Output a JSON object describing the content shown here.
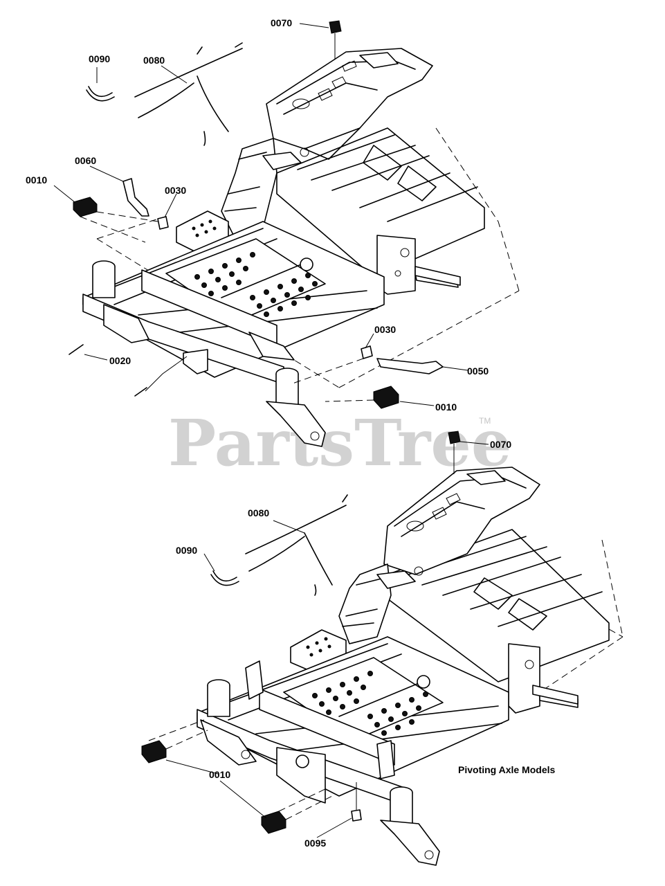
{
  "watermark": {
    "text": "PartsTree",
    "tm": "TM"
  },
  "caption": "Pivoting Axle Models",
  "callouts": [
    {
      "id": "top-0070",
      "label": "0070"
    },
    {
      "id": "top-0090",
      "label": "0090"
    },
    {
      "id": "top-0080",
      "label": "0080"
    },
    {
      "id": "top-0060",
      "label": "0060"
    },
    {
      "id": "top-0010-left",
      "label": "0010"
    },
    {
      "id": "top-0030-left",
      "label": "0030"
    },
    {
      "id": "top-0030-right",
      "label": "0030"
    },
    {
      "id": "top-0020",
      "label": "0020"
    },
    {
      "id": "top-0050",
      "label": "0050"
    },
    {
      "id": "top-0010-right",
      "label": "0010"
    },
    {
      "id": "bottom-0070",
      "label": "0070"
    },
    {
      "id": "bottom-0080",
      "label": "0080"
    },
    {
      "id": "bottom-0090",
      "label": "0090"
    },
    {
      "id": "bottom-0010",
      "label": "0010"
    },
    {
      "id": "bottom-0095",
      "label": "0095"
    }
  ]
}
